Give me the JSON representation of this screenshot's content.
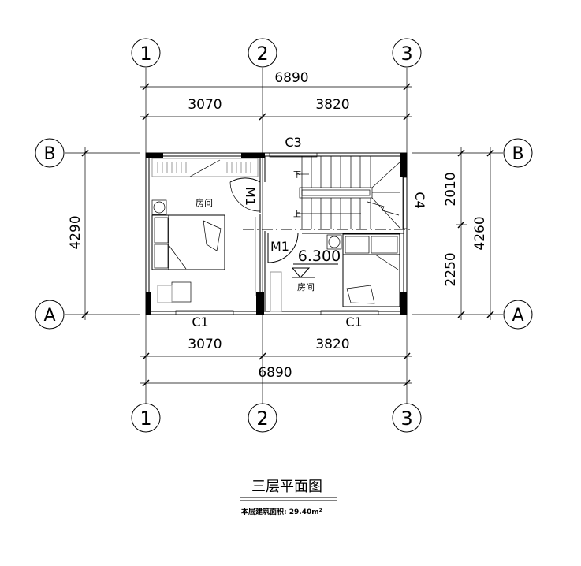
{
  "axes": {
    "vertical": [
      "1",
      "2",
      "3"
    ],
    "horizontal": [
      "B",
      "A"
    ]
  },
  "dimensions": {
    "top_total": "6890",
    "top_parts": [
      "3070",
      "3820"
    ],
    "bottom_parts": [
      "3070",
      "3820"
    ],
    "bottom_total": "6890",
    "left_total": "4290",
    "right_parts": [
      "2010",
      "2250"
    ],
    "right_total": "4260"
  },
  "openings": {
    "window_top": "C3",
    "window_right": "C4",
    "window_bottom_left": "C1",
    "window_bottom_right": "C1",
    "door_left": "M1",
    "door_right": "M1"
  },
  "rooms": {
    "left_room": "房间",
    "right_room": "房间"
  },
  "stairs": {
    "down": "下",
    "up": "上"
  },
  "elevation": "6.300",
  "title": "三层平面图",
  "area_note": "本层建筑面积: 29.40m²"
}
